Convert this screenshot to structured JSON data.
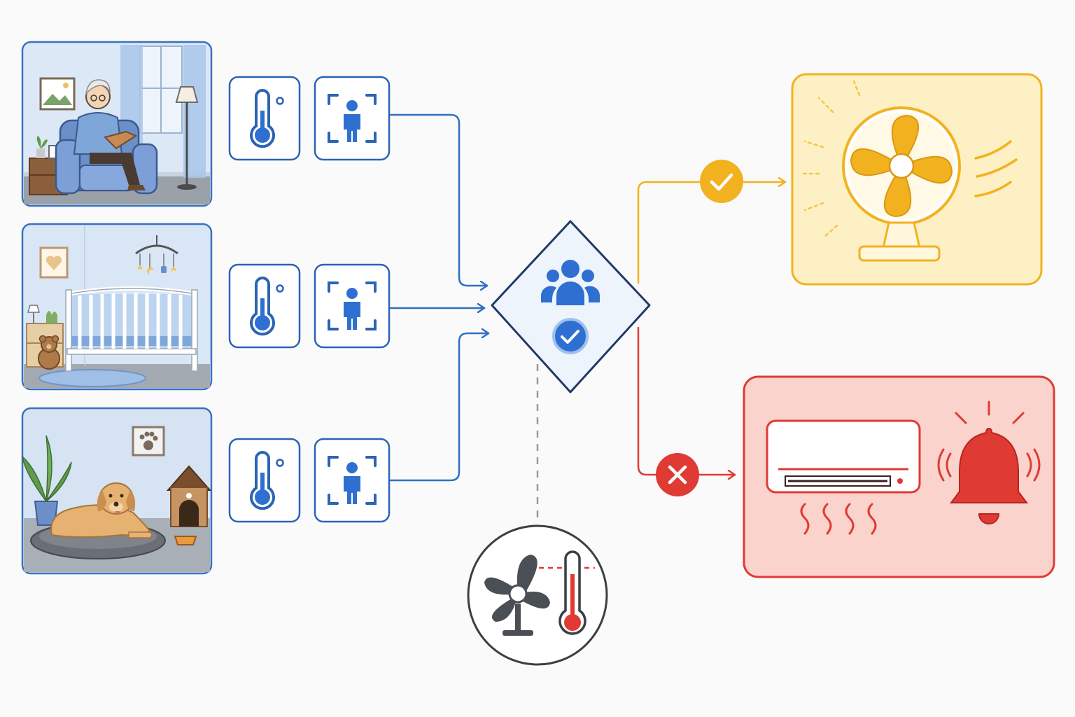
{
  "colors": {
    "background": "#fafafa",
    "blue_line": "#2f6fc4",
    "blue_icon": "#2e6fd1",
    "blue_stroke": "#2b63b5",
    "orange": "#f2b21f",
    "orange_fill": "#fdf0c4",
    "red": "#e03a34",
    "red_fill": "#f9d3cc",
    "dark": "#3a3f45",
    "gray_dash": "#9a9a9a"
  },
  "rooms": [
    {
      "name": "elderly-room",
      "icon": "elderly-person-reading-icon",
      "wall": "#dce8f6"
    },
    {
      "name": "nursery-room",
      "icon": "crib-icon",
      "wall": "#d9e6f5"
    },
    {
      "name": "pet-room",
      "icon": "dog-on-bed-icon",
      "wall": "#d6e3f3"
    }
  ],
  "sensors": [
    "thermometer-icon",
    "person-presence-icon"
  ],
  "decision_node": {
    "icons": [
      "group-icon",
      "check-circle-icon"
    ]
  },
  "outcomes": {
    "success": {
      "marker": "check-icon",
      "device": "fan-icon"
    },
    "failure": {
      "marker": "x-icon",
      "devices": [
        "air-conditioner-icon",
        "alarm-bell-icon"
      ]
    }
  },
  "threshold_monitor": {
    "icons": [
      "fan-icon",
      "thermometer-threshold-icon"
    ]
  }
}
